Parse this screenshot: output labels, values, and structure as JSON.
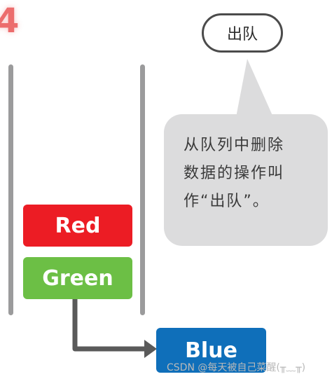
{
  "step_number": "4",
  "stack_blocks": [
    {
      "label": "Red",
      "color": "#ec1c24"
    },
    {
      "label": "Green",
      "color": "#6cbf45"
    }
  ],
  "dequeued_block": {
    "label": "Blue",
    "color": "#0f6fba"
  },
  "callout": {
    "title": "出队"
  },
  "bubble": {
    "lines": [
      "从队列中删除",
      "数据的操作叫",
      "作“出队”。"
    ]
  },
  "watermark": "CSDN @每天被自己菜醒(╥﹏╥)",
  "colors": {
    "wall": "#9b9b9c",
    "arrow": "#5a5a5a",
    "bubble": "#dcdcdd",
    "step": "#ec6d6d"
  }
}
